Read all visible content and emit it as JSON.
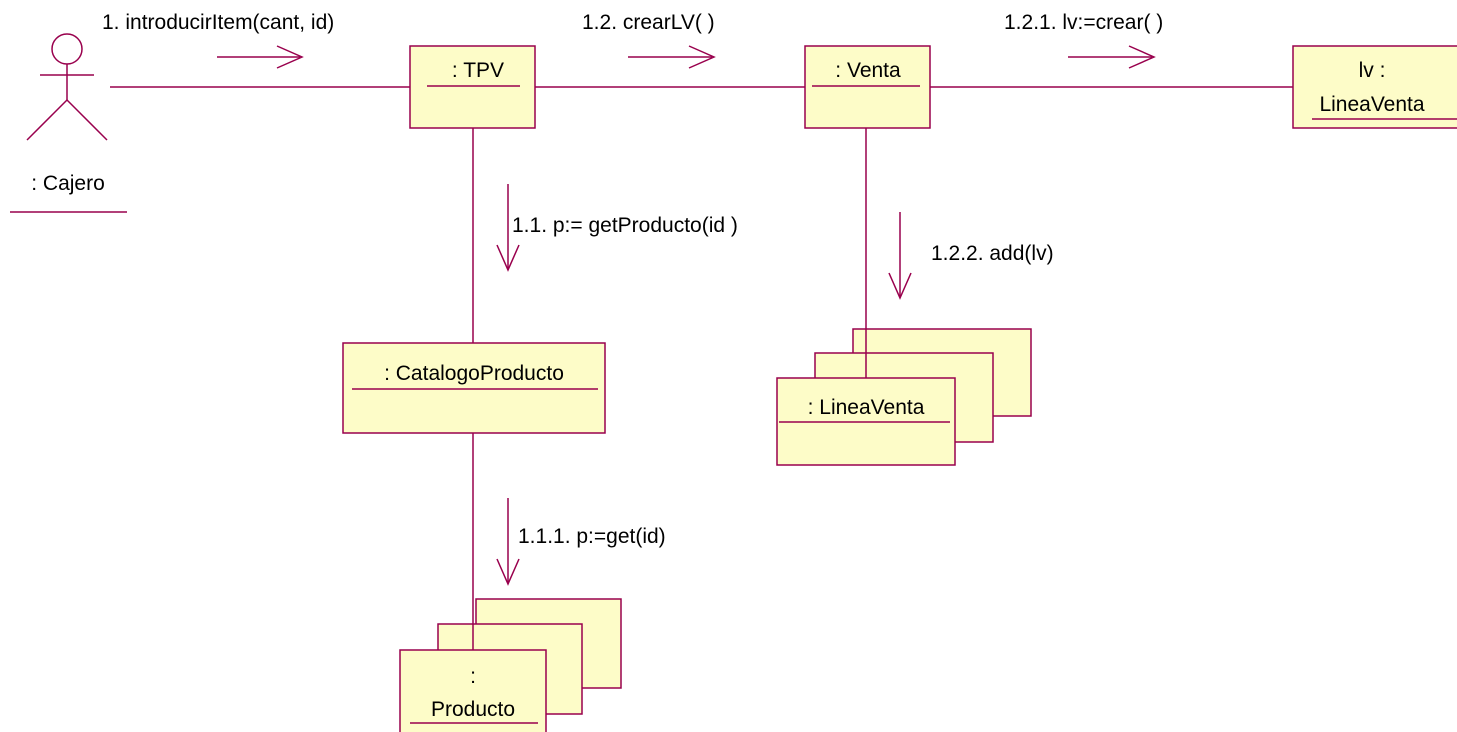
{
  "colors": {
    "line": "#99004d",
    "box_fill": "#fdfcc8",
    "text": "#000000",
    "background": "#ffffff"
  },
  "actor": {
    "icon": "stick-figure-icon",
    "label": ": Cajero"
  },
  "objects": {
    "tpv": ": TPV",
    "venta": ": Venta",
    "lv_line1": "lv :",
    "lv_line2": "LineaVenta",
    "catalogo": ": CatalogoProducto",
    "linea_venta_multi": ": LineaVenta",
    "producto_line1": ":",
    "producto_line2": "Producto"
  },
  "messages": {
    "m1": "1. introducirItem(cant, id)",
    "m1_2": "1.2. crearLV( )",
    "m1_2_1": "1.2.1. lv:=crear( )",
    "m1_1": "1.1. p:= getProducto(id )",
    "m1_2_2": "1.2.2. add(lv)",
    "m1_1_1": "1.1.1. p:=get(id)"
  }
}
